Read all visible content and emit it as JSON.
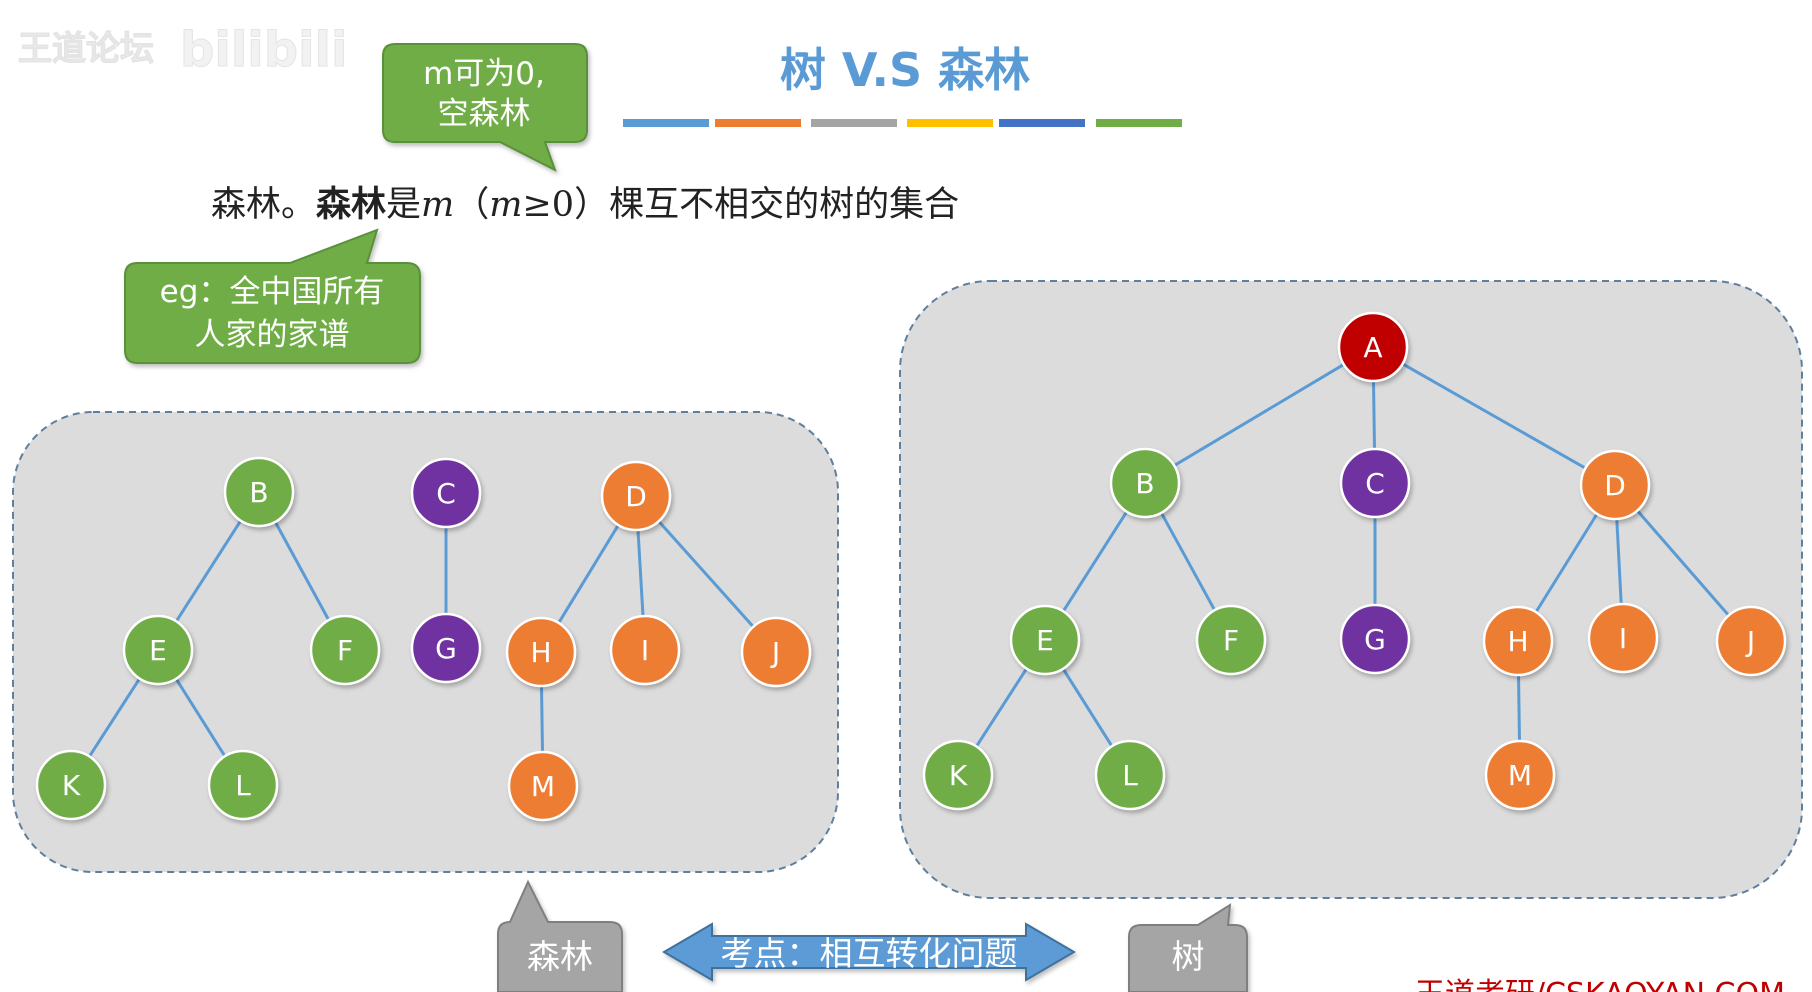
{
  "watermark": {
    "text": "王道论坛",
    "logo": "bilibili"
  },
  "title": "树 V.S 森林",
  "title_color": "#5b9bd5",
  "color_bar": [
    "#5b9bd5",
    "#ed7d31",
    "#a5a5a5",
    "#ffc000",
    "#4472c4",
    "#70ad47"
  ],
  "definition": {
    "lead": "森林。",
    "bold": "森林",
    "rest_a": "是",
    "var_m": "m",
    "paren_open": "（",
    "cond_m": "m",
    "cond": "≥0",
    "paren_close": "）",
    "rest_b": "棵互不相交的树的集合"
  },
  "callouts": {
    "m_zero": {
      "line1": "m可为0,",
      "line2": "空森林"
    },
    "example": {
      "line1": "eg：全中国所有",
      "line2": "人家的家谱"
    },
    "forest_label": "森林",
    "tree_label": "树",
    "exam_point": "考点：相互转化问题"
  },
  "footer": "王道考研/CSKAOYAN.COM",
  "colors": {
    "green": "#70ad47",
    "purple": "#7030a0",
    "orange": "#ed7d31",
    "red": "#c00000",
    "panel": "#dcdcdc",
    "edge": "#5b9bd5",
    "callout_green": "#70ad47",
    "callout_gray": "#a5a5a5"
  },
  "forest": {
    "nodes": [
      {
        "id": "B",
        "color": "green"
      },
      {
        "id": "E",
        "color": "green"
      },
      {
        "id": "F",
        "color": "green"
      },
      {
        "id": "K",
        "color": "green"
      },
      {
        "id": "L",
        "color": "green"
      },
      {
        "id": "C",
        "color": "purple"
      },
      {
        "id": "G",
        "color": "purple"
      },
      {
        "id": "D",
        "color": "orange"
      },
      {
        "id": "H",
        "color": "orange"
      },
      {
        "id": "I",
        "color": "orange"
      },
      {
        "id": "J",
        "color": "orange"
      },
      {
        "id": "M",
        "color": "orange"
      }
    ],
    "edges": [
      [
        "B",
        "E"
      ],
      [
        "B",
        "F"
      ],
      [
        "E",
        "K"
      ],
      [
        "E",
        "L"
      ],
      [
        "C",
        "G"
      ],
      [
        "D",
        "H"
      ],
      [
        "D",
        "I"
      ],
      [
        "D",
        "J"
      ],
      [
        "H",
        "M"
      ]
    ]
  },
  "tree": {
    "nodes": [
      {
        "id": "A",
        "color": "red"
      },
      {
        "id": "B",
        "color": "green"
      },
      {
        "id": "C",
        "color": "purple"
      },
      {
        "id": "D",
        "color": "orange"
      },
      {
        "id": "E",
        "color": "green"
      },
      {
        "id": "F",
        "color": "green"
      },
      {
        "id": "G",
        "color": "purple"
      },
      {
        "id": "H",
        "color": "orange"
      },
      {
        "id": "I",
        "color": "orange"
      },
      {
        "id": "J",
        "color": "orange"
      },
      {
        "id": "K",
        "color": "green"
      },
      {
        "id": "L",
        "color": "green"
      },
      {
        "id": "M",
        "color": "orange"
      }
    ],
    "edges": [
      [
        "A",
        "B"
      ],
      [
        "A",
        "C"
      ],
      [
        "A",
        "D"
      ],
      [
        "B",
        "E"
      ],
      [
        "B",
        "F"
      ],
      [
        "C",
        "G"
      ],
      [
        "D",
        "H"
      ],
      [
        "D",
        "I"
      ],
      [
        "D",
        "J"
      ],
      [
        "E",
        "K"
      ],
      [
        "E",
        "L"
      ],
      [
        "H",
        "M"
      ]
    ]
  }
}
